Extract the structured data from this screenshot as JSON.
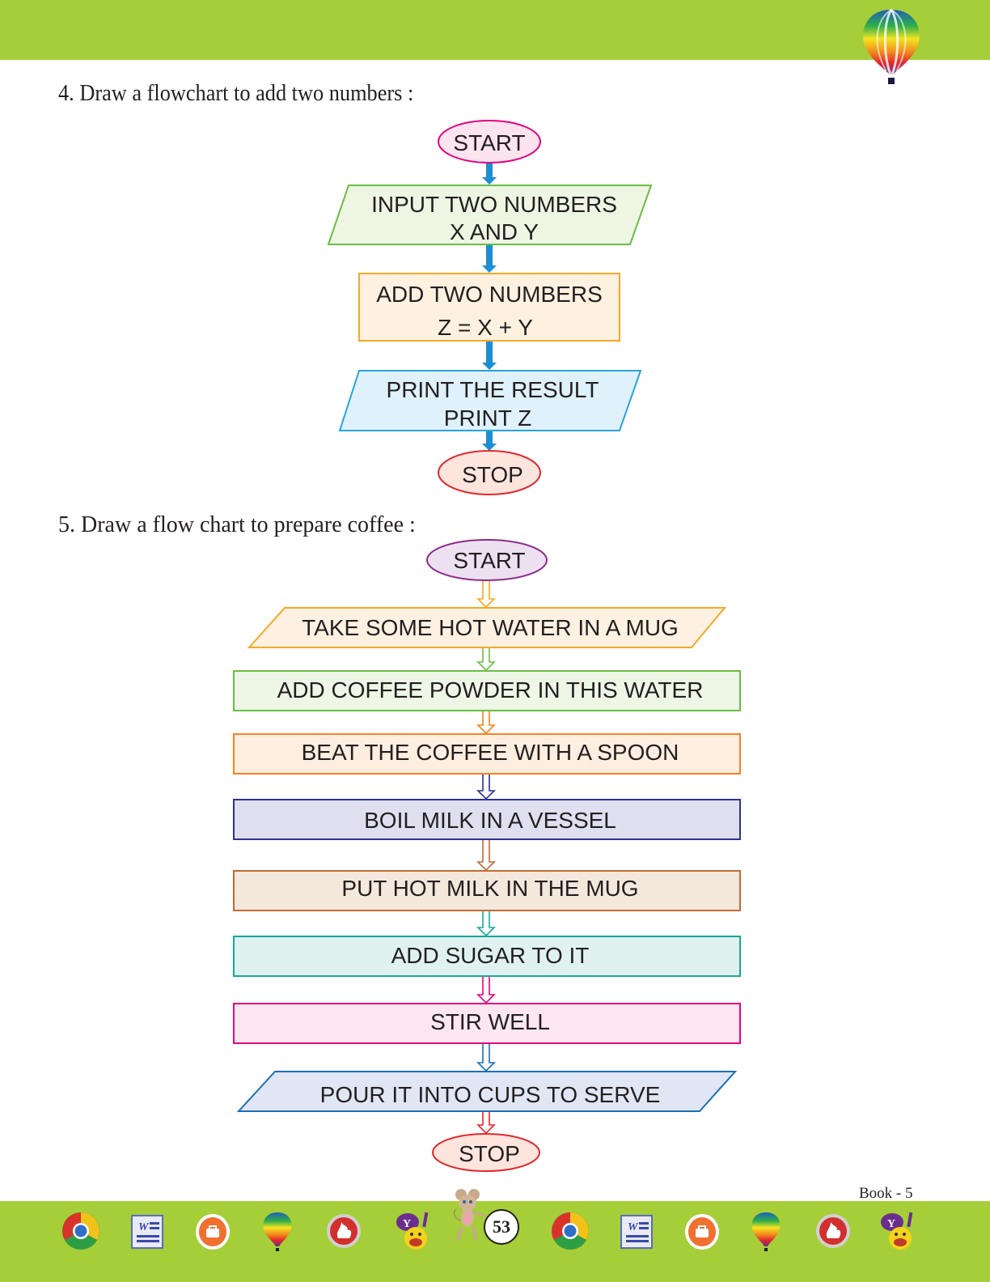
{
  "header": {
    "logo_icon": "hot-air-balloon-icon"
  },
  "questions": {
    "q4": "4.  Draw a flowchart to add two numbers :",
    "q5": "5.   Draw a flow chart to prepare coffee :"
  },
  "flowchart_add": {
    "start": "START",
    "input_line1": "INPUT TWO NUMBERS",
    "input_line2": "X AND Y",
    "process_line1": "ADD TWO NUMBERS",
    "process_line2": "Z = X + Y",
    "output_line1": "PRINT THE RESULT",
    "output_line2": "PRINT Z",
    "stop": "STOP",
    "colors": {
      "start_stroke": "#e6007e",
      "start_fill": "#fce4ef",
      "input_stroke": "#6abd45",
      "input_fill": "#eef5e3",
      "process_stroke": "#f7a823",
      "process_fill": "#fef1e0",
      "output_stroke": "#2aa3dc",
      "output_fill": "#dff1fb",
      "stop_stroke": "#e3262d",
      "stop_fill": "#fde5de",
      "arrow": "#1b8fd2"
    }
  },
  "flowchart_coffee": {
    "start": "START",
    "steps": [
      "TAKE SOME HOT WATER IN A MUG",
      "ADD COFFEE POWDER IN THIS WATER",
      "BEAT THE COFFEE WITH A SPOON",
      "BOIL MILK IN A VESSEL",
      "PUT HOT MILK IN THE MUG",
      "ADD SUGAR TO IT",
      "STIR WELL",
      "POUR IT INTO CUPS TO SERVE"
    ],
    "stop": "STOP",
    "colors": {
      "start_stroke": "#8e2a8e",
      "start_fill": "#ece1f0",
      "step_strokes": [
        "#f7a823",
        "#6abd45",
        "#f58220",
        "#2e3192",
        "#bf6b35",
        "#16a99a",
        "#e6007e",
        "#1a6fb5"
      ],
      "step_fills": [
        "#fef1e2",
        "#eef6e6",
        "#feeee0",
        "#dfdff0",
        "#f4e8dc",
        "#dff2ef",
        "#fce6f0",
        "#e1e6f4"
      ],
      "stop_stroke": "#e3262d",
      "stop_fill": "#fde5de",
      "arrow_colors": [
        "#f7a823",
        "#6abd45",
        "#f58220",
        "#2e3192",
        "#bf6b35",
        "#16a99a",
        "#e6007e",
        "#1a6fb5",
        "#e3262d"
      ]
    }
  },
  "footer": {
    "book_label": "Book - 5",
    "page_number": "53",
    "icons": [
      "chrome-icon",
      "word-icon",
      "briefcase-icon",
      "hot-air-balloon-icon",
      "flame-icon",
      "yahoo-messenger-icon",
      "mouse-mascot-icon",
      "chrome-icon",
      "word-icon",
      "briefcase-icon",
      "hot-air-balloon-icon",
      "flame-icon",
      "yahoo-messenger-icon"
    ]
  },
  "theme": {
    "band_color": "#a6ce39",
    "text_color": "#231f20"
  }
}
